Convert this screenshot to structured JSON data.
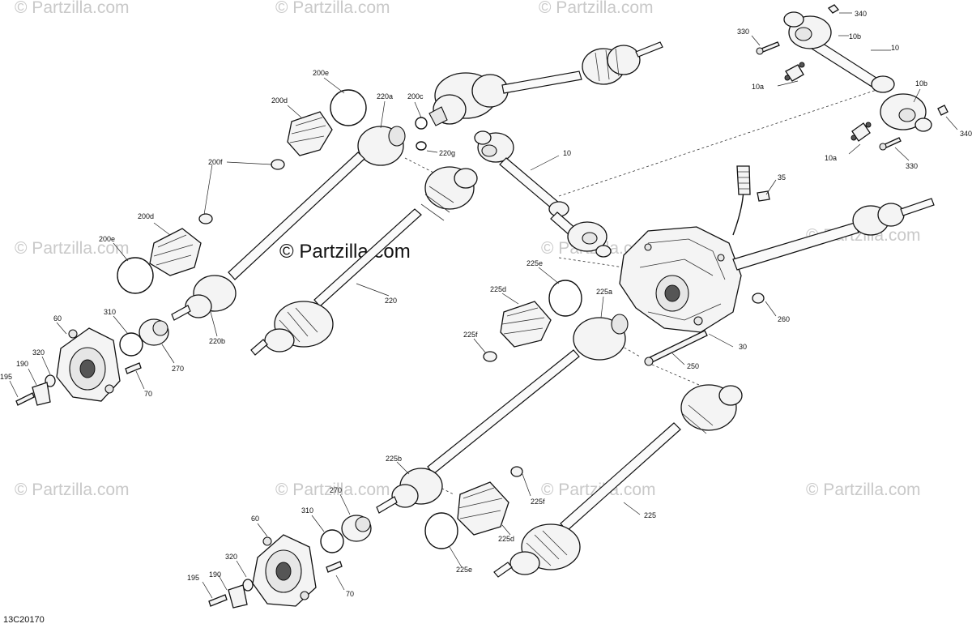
{
  "watermark": "© Partzilla.com",
  "brand_watermark": "© Partzilla.com",
  "diagram_code": "13C20170",
  "callouts": {
    "c10_top": "10",
    "c10b_top": "10b",
    "c330_top": "330",
    "c340_top": "340",
    "c10a_top": "10a",
    "c10b_mid": "10b",
    "c340_mid": "340",
    "c10a_mid": "10a",
    "c330_mid": "330",
    "c10_mid": "10",
    "c35": "35",
    "c200e_top": "200e",
    "c200d_top": "200d",
    "c220a": "220a",
    "c200c": "200c",
    "c220g": "220g",
    "c200f": "200f",
    "c200d_mid": "200d",
    "c200e_mid": "200e",
    "c220b": "220b",
    "c220": "220",
    "c60_top": "60",
    "c310_top": "310",
    "c320_top": "320",
    "c190_top": "190",
    "c195_top": "195",
    "c270_top": "270",
    "c70_top": "70",
    "c225e_top": "225e",
    "c225d_top": "225d",
    "c225a": "225a",
    "c225f_top": "225f",
    "c260": "260",
    "c30": "30",
    "c250": "250",
    "c225b": "225b",
    "c270_bot": "270",
    "c225f_bot": "225f",
    "c225": "225",
    "c225d_bot": "225d",
    "c225e_bot": "225e",
    "c60_bot": "60",
    "c310_bot": "310",
    "c320_bot": "320",
    "c190_bot": "190",
    "c195_bot": "195",
    "c70_bot": "70"
  }
}
